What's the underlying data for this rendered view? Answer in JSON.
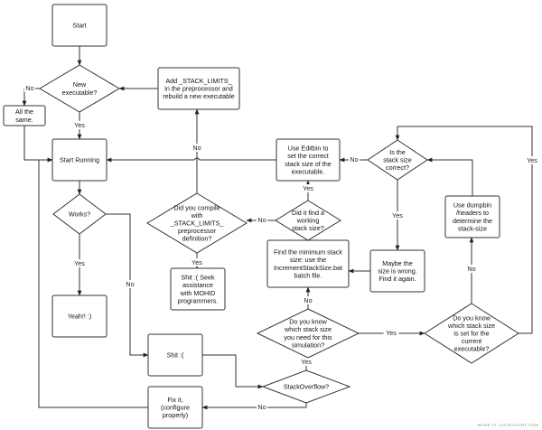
{
  "diagram": {
    "watermark": "MADE AT LUCIDCHART.COM",
    "nodes": [
      {
        "id": "start",
        "type": "process",
        "lines": [
          "Start"
        ]
      },
      {
        "id": "new_exe",
        "type": "decision",
        "lines": [
          "New",
          "executable?"
        ]
      },
      {
        "id": "add_stack",
        "type": "process",
        "lines": [
          "Add _STACK_LIMITS_",
          "in the preprocessor and",
          "rebuild a new executable"
        ]
      },
      {
        "id": "all_same",
        "type": "process",
        "lines": [
          "All the",
          "same."
        ]
      },
      {
        "id": "start_running",
        "type": "process",
        "lines": [
          "Start Running"
        ]
      },
      {
        "id": "works",
        "type": "decision",
        "lines": [
          "Works?"
        ]
      },
      {
        "id": "yeah",
        "type": "process",
        "lines": [
          "Yeah!! :)"
        ]
      },
      {
        "id": "did_compile",
        "type": "decision",
        "lines": [
          "Did you compile",
          "with",
          "_STACK_LIMITS_",
          "preprocessor",
          "definition?"
        ]
      },
      {
        "id": "seek_help",
        "type": "process",
        "lines": [
          "Shit :( Seek",
          "assistance",
          "with MOHID",
          "programmers."
        ]
      },
      {
        "id": "editbin",
        "type": "process",
        "lines": [
          "Use Editbin to",
          "set the correct",
          "stack size of the",
          "executable."
        ]
      },
      {
        "id": "found_working",
        "type": "decision",
        "lines": [
          "Did it find a",
          "working",
          "stack size?"
        ]
      },
      {
        "id": "find_min",
        "type": "process",
        "lines": [
          "Find the minimum stack",
          "size: use the",
          "IncrementStackSize.bat",
          "batch file."
        ]
      },
      {
        "id": "is_correct",
        "type": "decision",
        "lines": [
          "Is the",
          "stack size",
          "correct?"
        ]
      },
      {
        "id": "maybe_wrong",
        "type": "process",
        "lines": [
          "Maybe the",
          "size is wrong.",
          "Find it again."
        ]
      },
      {
        "id": "dumpbin",
        "type": "process",
        "lines": [
          "Use dumpbin",
          "/headers to",
          "determine the",
          "stack-size"
        ]
      },
      {
        "id": "know_need",
        "type": "decision",
        "lines": [
          "Do you know",
          "which stack size",
          "you need for this",
          "simulation?"
        ]
      },
      {
        "id": "know_set",
        "type": "decision",
        "lines": [
          "Do you know",
          "which stack size",
          "is set for the",
          "current",
          "executable?"
        ]
      },
      {
        "id": "shit",
        "type": "process",
        "lines": [
          "Shit :("
        ]
      },
      {
        "id": "stackoverflow",
        "type": "decision",
        "lines": [
          "StackOverflow?"
        ]
      },
      {
        "id": "fix_it",
        "type": "process",
        "lines": [
          "Fix it,",
          "(configure",
          "properly)"
        ]
      }
    ],
    "edges": [
      {
        "id": "e1",
        "from": "start",
        "to": "new_exe",
        "label": ""
      },
      {
        "id": "e2",
        "from": "new_exe",
        "to": "all_same",
        "label": "No"
      },
      {
        "id": "e3",
        "from": "new_exe",
        "to": "start_running",
        "label": "Yes"
      },
      {
        "id": "e4",
        "from": "add_stack",
        "to": "new_exe",
        "label": ""
      },
      {
        "id": "e5",
        "from": "all_same",
        "to": "start_running",
        "label": ""
      },
      {
        "id": "e6",
        "from": "start_running",
        "to": "works",
        "label": ""
      },
      {
        "id": "e7",
        "from": "works",
        "to": "yeah",
        "label": "Yes"
      },
      {
        "id": "e8",
        "from": "works",
        "to": "shit",
        "label": "No"
      },
      {
        "id": "e9",
        "from": "did_compile",
        "to": "add_stack",
        "label": "No"
      },
      {
        "id": "e10",
        "from": "did_compile",
        "to": "seek_help",
        "label": "Yes"
      },
      {
        "id": "e11",
        "from": "editbin",
        "to": "start_running",
        "label": ""
      },
      {
        "id": "e12",
        "from": "found_working",
        "to": "editbin",
        "label": "Yes"
      },
      {
        "id": "e13",
        "from": "found_working",
        "to": "did_compile",
        "label": "No"
      },
      {
        "id": "e14",
        "from": "find_min",
        "to": "found_working",
        "label": ""
      },
      {
        "id": "e15",
        "from": "is_correct",
        "to": "editbin",
        "label": "No"
      },
      {
        "id": "e16",
        "from": "is_correct",
        "to": "maybe_wrong",
        "label": "Yes"
      },
      {
        "id": "e17",
        "from": "maybe_wrong",
        "to": "find_min",
        "label": ""
      },
      {
        "id": "e18",
        "from": "dumpbin",
        "to": "is_correct",
        "label": ""
      },
      {
        "id": "e19",
        "from": "know_need",
        "to": "find_min",
        "label": "No"
      },
      {
        "id": "e20",
        "from": "know_need",
        "to": "know_set",
        "label": "Yes"
      },
      {
        "id": "e21",
        "from": "know_set",
        "to": "dumpbin",
        "label": "No"
      },
      {
        "id": "e22",
        "from": "know_set",
        "to": "is_correct",
        "label": "Yes"
      },
      {
        "id": "e23",
        "from": "shit",
        "to": "stackoverflow",
        "label": ""
      },
      {
        "id": "e24",
        "from": "stackoverflow",
        "to": "know_need",
        "label": "Yes"
      },
      {
        "id": "e25",
        "from": "stackoverflow",
        "to": "fix_it",
        "label": "No"
      },
      {
        "id": "e26",
        "from": "fix_it",
        "to": "start_running",
        "label": ""
      }
    ]
  }
}
